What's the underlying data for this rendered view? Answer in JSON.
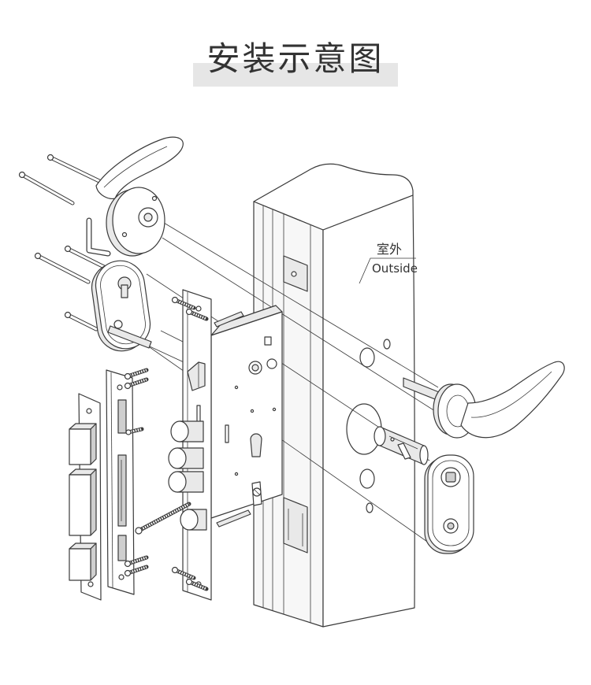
{
  "title": "安装示意图",
  "labels": {
    "outside_cn": "室外",
    "outside_en": "Outside"
  },
  "colors": {
    "background": "#ffffff",
    "line": "#3a3a3a",
    "title_text": "#333333",
    "title_bar": "#e6e6e6"
  }
}
